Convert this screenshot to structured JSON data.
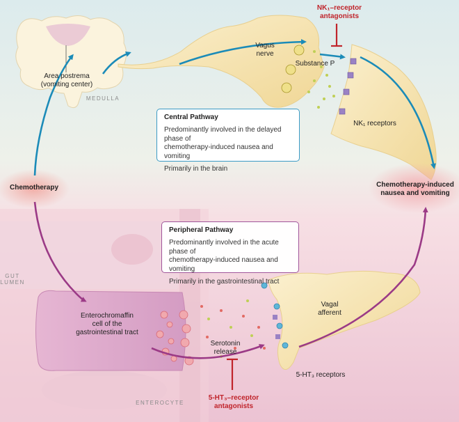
{
  "medulla": {
    "label": "MEDULLA",
    "area_postrema_line1": "Area postrema",
    "area_postrema_line2": "(vomiting center)"
  },
  "vagus_nerve": {
    "line1": "Vagus",
    "line2": "nerve"
  },
  "substance_p": "Substance P",
  "nk1_antagonists": {
    "line1": "NK₁–receptor",
    "line2": "antagonists"
  },
  "nk1_receptors": "NK₁ receptors",
  "central_pathway": {
    "title": "Central Pathway",
    "line1": "Predominantly involved in the delayed phase of",
    "line2": "chemotherapy-induced nausea and vomiting",
    "line3": "Primarily in the brain"
  },
  "chemotherapy": "Chemotherapy",
  "outcome": {
    "line1": "Chemotherapy-induced",
    "line2": "nausea and vomiting"
  },
  "peripheral_pathway": {
    "title": "Peripheral Pathway",
    "line1": "Predominantly involved in the acute phase of",
    "line2": "chemotherapy-induced nausea and vomiting",
    "line3": "Primarily in the gastrointestinal tract"
  },
  "gut_lumen": {
    "line1": "GUT",
    "line2": "LUMEN"
  },
  "enterochromaffin": {
    "line1": "Enterochromaffin",
    "line2": "cell of the",
    "line3": "gastrointestinal tract"
  },
  "vagal_afferent": {
    "line1": "Vagal",
    "line2": "afferent"
  },
  "serotonin": {
    "line1": "Serotonin",
    "line2": "release"
  },
  "ht3_receptors": "5-HT₃ receptors",
  "ht3_antagonists": {
    "line1": "5-HT₃–receptor",
    "line2": "antagonists"
  },
  "enterocyte": "ENTEROCYTE",
  "colors": {
    "central_arrow": "#1b8bb8",
    "peripheral_arrow": "#9b3a86",
    "antagonist": "#c0242b",
    "neuron_fill": "#f6e5b4",
    "central_box_border": "#3a9ac4",
    "peripheral_box_border": "#a0559a"
  }
}
